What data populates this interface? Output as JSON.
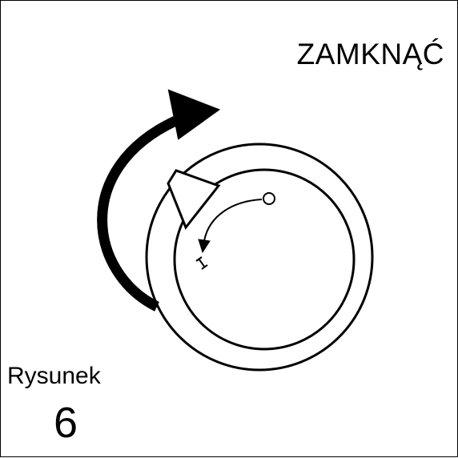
{
  "instruction": "ZAMKNĄĆ",
  "figure": {
    "label": "Rysunek",
    "number": "6"
  },
  "dial": {
    "open_symbol": "○",
    "closed_symbol": "I"
  },
  "rotation": {
    "direction": "clockwise"
  }
}
